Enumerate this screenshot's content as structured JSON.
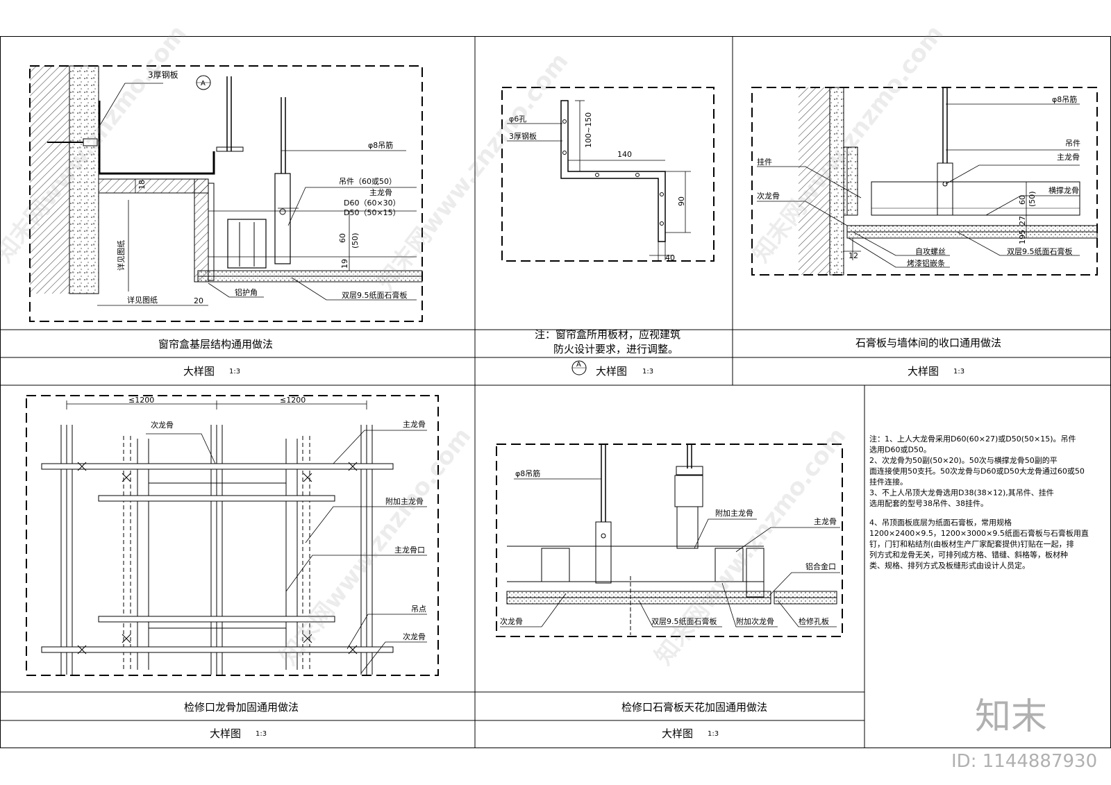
{
  "panels": {
    "curtain_box": {
      "title": "窗帘盒基层结构通用做法",
      "scale_label": "大样图",
      "scale_value": "1:3",
      "labels": {
        "steel_plate": "3厚钢板",
        "callout_A": "A",
        "hanger_rod": "φ8吊筋",
        "hanger": "吊件（60或50）",
        "main_keel": "主龙骨",
        "d60": "D60（60×30）",
        "d50": "D50（50×15）",
        "dim_60": "60",
        "dim_50": "(50)",
        "dim_19": "19",
        "dim_18": "18",
        "dim_20": "20",
        "see_drawing_v": "详见图纸",
        "see_drawing_h": "详见图纸",
        "aluminum_corner": "铝护角",
        "double_gypsum": "双层9.5纸面石膏板"
      }
    },
    "steel_plate_detail": {
      "note_line1": "注：窗帘盒所用板材，应视建筑",
      "note_line2": "防火设计要求，进行调整。",
      "callout": "A",
      "scale_label": "大样图",
      "scale_value": "1:3",
      "labels": {
        "hole": "φ6孔",
        "steel_plate": "3厚钢板",
        "dim_100_150": "100~150",
        "dim_140": "140",
        "dim_90": "90",
        "dim_40": "40"
      }
    },
    "wall_edge": {
      "title": "石膏板与墙体间的收口通用做法",
      "scale_label": "大样图",
      "scale_value": "1:3",
      "labels": {
        "hanger_rod": "φ8吊筋",
        "hanger": "吊件",
        "main_keel": "主龙骨",
        "pendant": "挂件",
        "cross_keel": "横撑龙骨",
        "secondary_keel": "次龙骨",
        "dim_60": "60",
        "dim_50": "(50)",
        "dim_27": "27",
        "dim_5": "5",
        "dim_19": "19",
        "dim_12": "12",
        "screw": "自攻螺丝",
        "aluminum_strip": "烤漆铝嵌条",
        "double_gypsum": "双层9.5纸面石膏板"
      }
    },
    "access_keel": {
      "title": "检修口龙骨加固通用做法",
      "scale_label": "大样图",
      "scale_value": "1:3",
      "labels": {
        "dim_1": "≤1200",
        "dim_2": "≤1200",
        "secondary_keel_top": "次龙骨",
        "main_keel": "主龙骨",
        "extra_main_keel": "附加主龙骨",
        "main_keel_opening": "主龙骨口",
        "hang_point": "吊点",
        "secondary_keel_bottom": "次龙骨"
      }
    },
    "access_gypsum": {
      "title": "检修口石膏板天花加固通用做法",
      "scale_label": "大样图",
      "scale_value": "1:3",
      "labels": {
        "hanger_rod": "φ8吊筋",
        "extra_main_keel": "附加主龙骨",
        "main_keel": "主龙骨",
        "aluminum_edge": "铝合金口",
        "secondary_keel": "次龙骨",
        "double_gypsum": "双层9.5纸面石膏板",
        "extra_secondary_keel": "附加次龙骨",
        "access_panel": "检修孔板"
      }
    },
    "notes": {
      "lines": [
        "注：1、上人大龙骨采用D60(60×27)或D50(50×15)。吊件",
        "选用D60或D50。",
        "    2、次龙骨为50副(50×20)。50次与横撑龙骨50副的平",
        "面连接使用50支托。50次龙骨与D60或D50大龙骨通过60或50",
        "挂件连接。",
        "    3、不上人吊顶大龙骨选用D38(38×12),其吊件、挂件",
        "选用配套的型号38吊件、38挂件。",
        "",
        "    4、吊顶面板底层为纸面石膏板，常用规格",
        "1200×2400×9.5，1200×3000×9.5纸面石膏板与石膏板用直",
        "钉，门钉和粘结剂(由板材生产厂家配套提供)钉贴在一起，排",
        "列方式和龙骨无关，可排列成方格、错缝、斜格等，板材种",
        "类、规格、排列方式及板缝形式由设计人员定。"
      ]
    }
  },
  "watermark": {
    "text": "知末网www.znzmo.com",
    "logo": "知末",
    "id": "ID: 1144887930"
  }
}
